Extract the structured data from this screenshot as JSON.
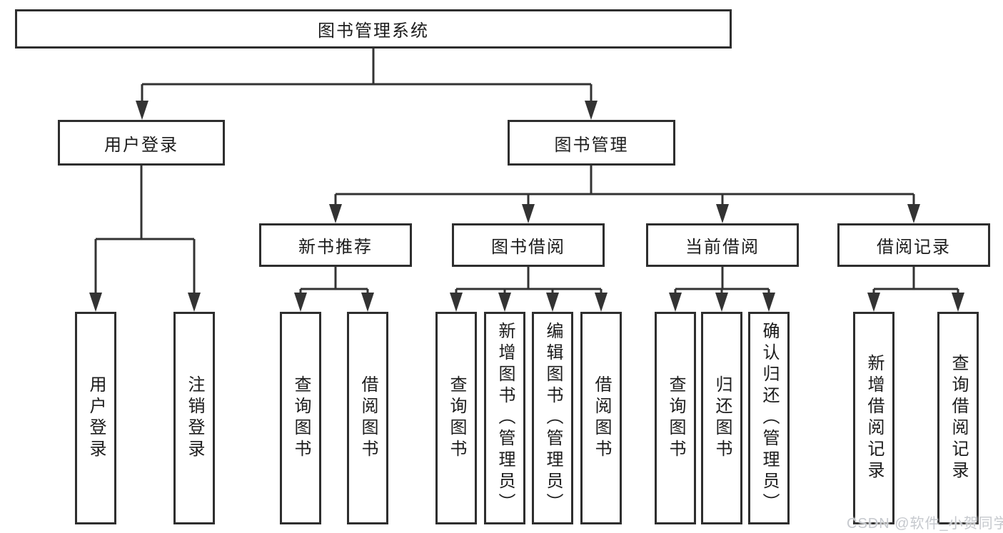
{
  "diagram_title": "图书管理系统",
  "boxes": {
    "root": "图书管理系统",
    "l2": [
      "用户登录",
      "图书管理"
    ],
    "l3": [
      "新书推荐",
      "图书借阅",
      "当前借阅",
      "借阅记录"
    ],
    "leaves": [
      "用户登录",
      "注销登录",
      "查询图书",
      "借阅图书",
      "查询图书",
      "新增图书（管理员）",
      "编辑图书（管理员）",
      "借阅图书",
      "查询图书",
      "归还图书",
      "确认归还（管理员）",
      "新增借阅记录",
      "查询借阅记录"
    ]
  },
  "hierarchy": {
    "root": "图书管理系统",
    "children": [
      {
        "label": "用户登录",
        "children": [
          "用户登录",
          "注销登录"
        ]
      },
      {
        "label": "图书管理",
        "children": [
          {
            "label": "新书推荐",
            "children": [
              "查询图书",
              "借阅图书"
            ]
          },
          {
            "label": "图书借阅",
            "children": [
              "查询图书",
              "新增图书（管理员）",
              "编辑图书（管理员）",
              "借阅图书"
            ]
          },
          {
            "label": "当前借阅",
            "children": [
              "查询图书",
              "归还图书",
              "确认归还（管理员）"
            ]
          },
          {
            "label": "借阅记录",
            "children": [
              "新增借阅记录",
              "查询借阅记录"
            ]
          }
        ]
      }
    ]
  },
  "watermark": "CSDN @软件_小贺同学",
  "colors": {
    "line": "#333333",
    "box_border": "#2e2e2e",
    "text": "#1c1c1c",
    "watermark": "#c6c9ce",
    "background": "#ffffff"
  }
}
